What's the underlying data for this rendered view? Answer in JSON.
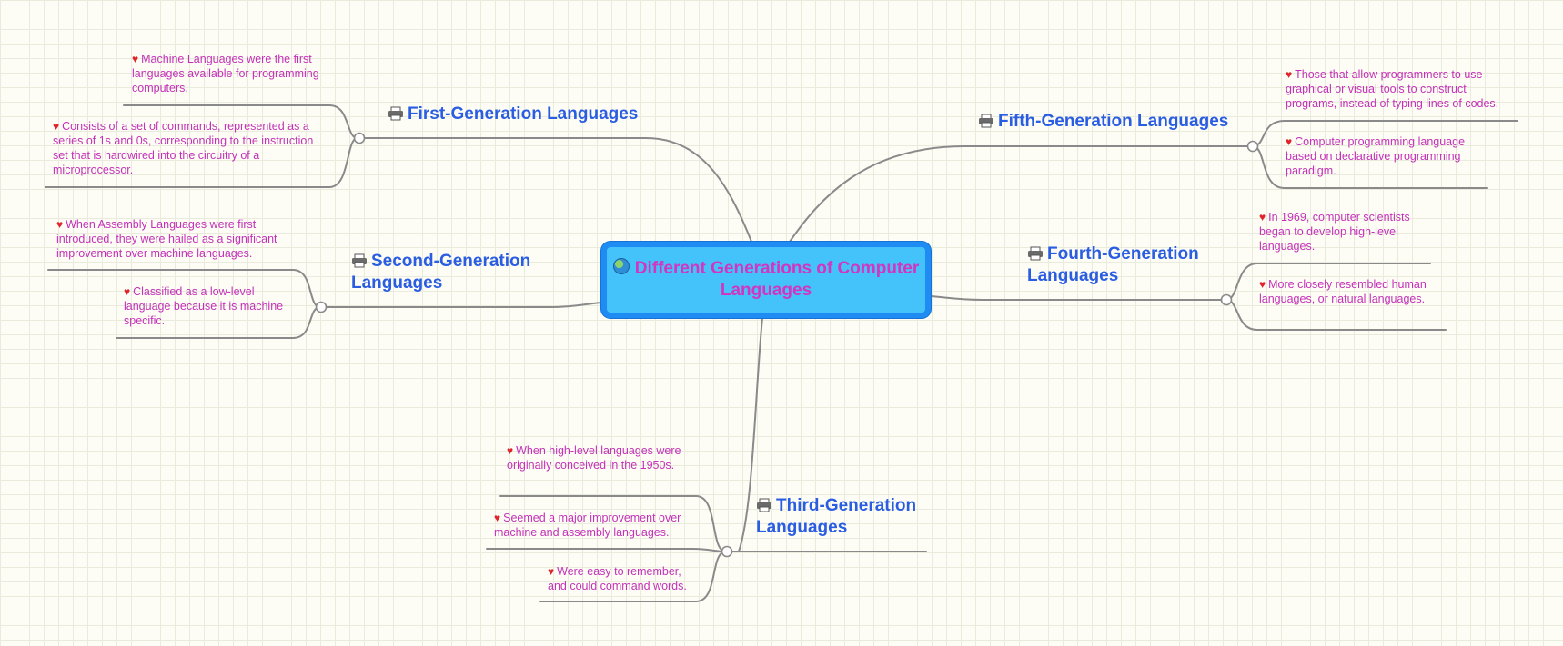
{
  "colors": {
    "topic_text": "#2a5de2",
    "note_text": "#c431b8",
    "central_fill": "#43c3fa",
    "central_border": "#1e8cf2",
    "central_text": "#d235c0",
    "connector": "#8a8a8a",
    "heart": "#e0242c"
  },
  "central": {
    "icon": "globe-icon",
    "title": "Different Generations of Computer Languages"
  },
  "topics": {
    "first": {
      "icon": "printer-icon",
      "label": "First-Generation Languages",
      "notes": [
        "Machine Languages were the first languages available for programming computers.",
        "Consists of a set of commands, represented as a series of 1s and 0s, corresponding to the instruction set that is hardwired into the circuitry of a microprocessor."
      ]
    },
    "second": {
      "icon": "printer-icon",
      "label": "Second-Generation Languages",
      "notes": [
        "When Assembly Languages were first introduced, they were hailed as a significant improvement over machine languages.",
        "Classified as a low-level language because it is machine specific."
      ]
    },
    "third": {
      "icon": "printer-icon",
      "label": "Third-Generation Languages",
      "notes": [
        "When high-level languages were originally conceived in the 1950s.",
        "Seemed a major improvement over machine and assembly languages.",
        "Were easy to remember, and could command words."
      ]
    },
    "fourth": {
      "icon": "printer-icon",
      "label": "Fourth-Generation Languages",
      "notes": [
        "In 1969, computer scientists began to develop high-level languages.",
        "More closely resembled human languages, or natural languages."
      ]
    },
    "fifth": {
      "icon": "printer-icon",
      "label": "Fifth-Generation Languages",
      "notes": [
        "Those that allow programmers to use graphical or visual tools to construct programs, instead of typing lines of codes.",
        "Computer programming language based on declarative programming paradigm."
      ]
    }
  }
}
